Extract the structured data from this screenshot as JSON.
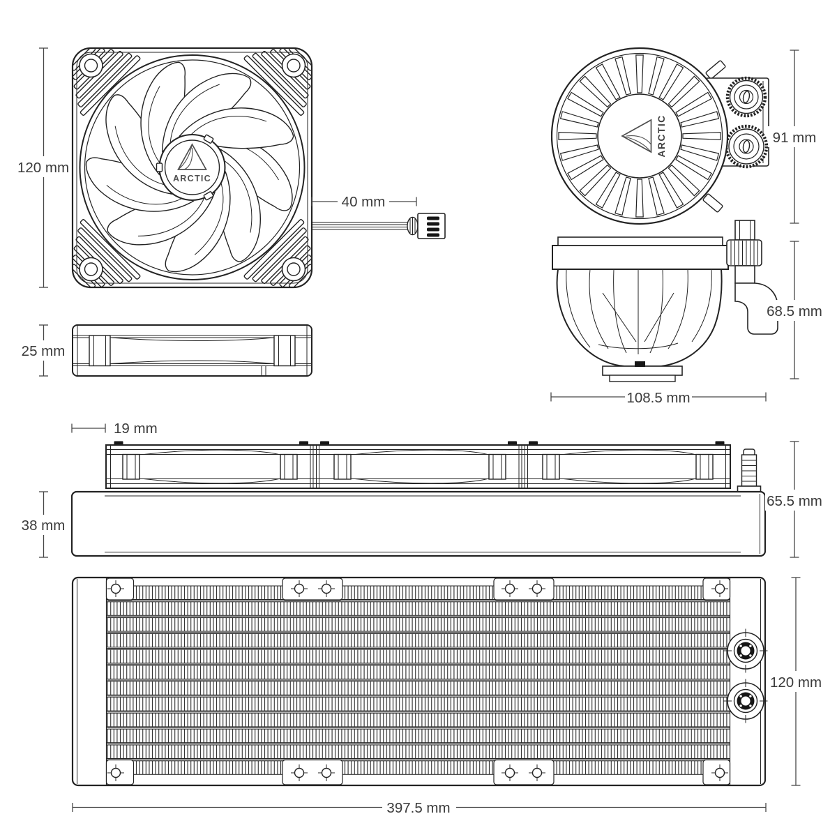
{
  "brand": "ARCTIC",
  "logos": {
    "fan": "ARCTIC",
    "pump": "ARCTIC"
  },
  "labels": {
    "fan_size": "120 mm",
    "fan_thickness": "25 mm",
    "cable_length": "40 mm",
    "pump_width": "91 mm",
    "pump_height": "68.5 mm",
    "pump_depth": "108.5 mm",
    "fan_overhang": "19 mm",
    "radiator_thickness": "38 mm",
    "assembly_height": "65.5 mm",
    "radiator_width": "120 mm",
    "radiator_length": "397.5 mm"
  },
  "colors": {
    "background": "#ffffff",
    "line": "#232323",
    "dimension_line": "#474747",
    "label_text": "#3a3a3a",
    "logo": "#4f4f4f"
  }
}
